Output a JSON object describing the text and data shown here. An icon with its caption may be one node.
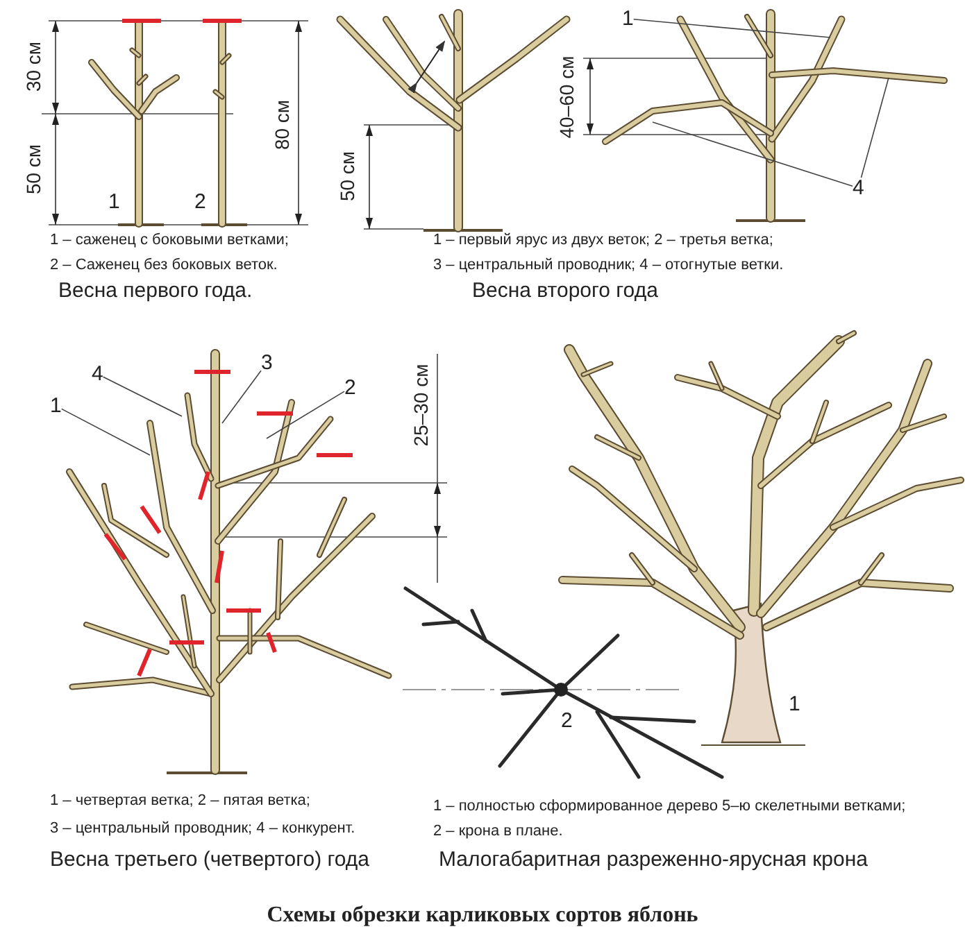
{
  "diagram": {
    "caption": "Схемы обрезки карликовых сортов яблонь",
    "nodes": [
      {
        "text": [
          "1"
        ]
      },
      {
        "text": [
          "4"
        ]
      },
      {
        "text": [
          "4"
        ]
      },
      {
        "text": [
          "3"
        ]
      },
      {
        "text": [
          "2"
        ]
      },
      {
        "text": [
          "1"
        ]
      }
    ],
    "edges": [
      {
        "from": 0,
        "to": null,
        "arrow": "none"
      },
      {
        "from": 1,
        "to": null,
        "arrow": "none"
      },
      {
        "from": 1,
        "to": null,
        "arrow": "none"
      },
      {
        "from": 2,
        "to": null,
        "arrow": "none"
      },
      {
        "from": 3,
        "to": null,
        "arrow": "none"
      },
      {
        "from": 4,
        "to": null,
        "arrow": "none"
      },
      {
        "from": 5,
        "to": null,
        "arrow": "none"
      }
    ],
    "labels": [
      "30 см",
      "80 см",
      "50 см",
      "1",
      "2",
      "1 – саженец с боковыми ветками;",
      "2 – Саженец без боковых веток.",
      "Весна первого года.",
      "40–60 см",
      "50 см",
      "1 – первый ярус из двух веток; 2 – третья ветка;",
      "3 – центральный проводник; 4 – отогнутые ветки.",
      "Весна второго года",
      "25–30 см",
      "1",
      "2",
      "1 – четвертая ветка; 2 – пятая ветка;",
      "3 – центральный проводник; 4 – конкурент.",
      "1 – полностью сформированное дерево 5–ю скелетными ветками;",
      "2 – крона в плане.",
      "Весна третьего (четвертого) года",
      "Малогабаритная разреженно-ярусная крона"
    ]
  }
}
